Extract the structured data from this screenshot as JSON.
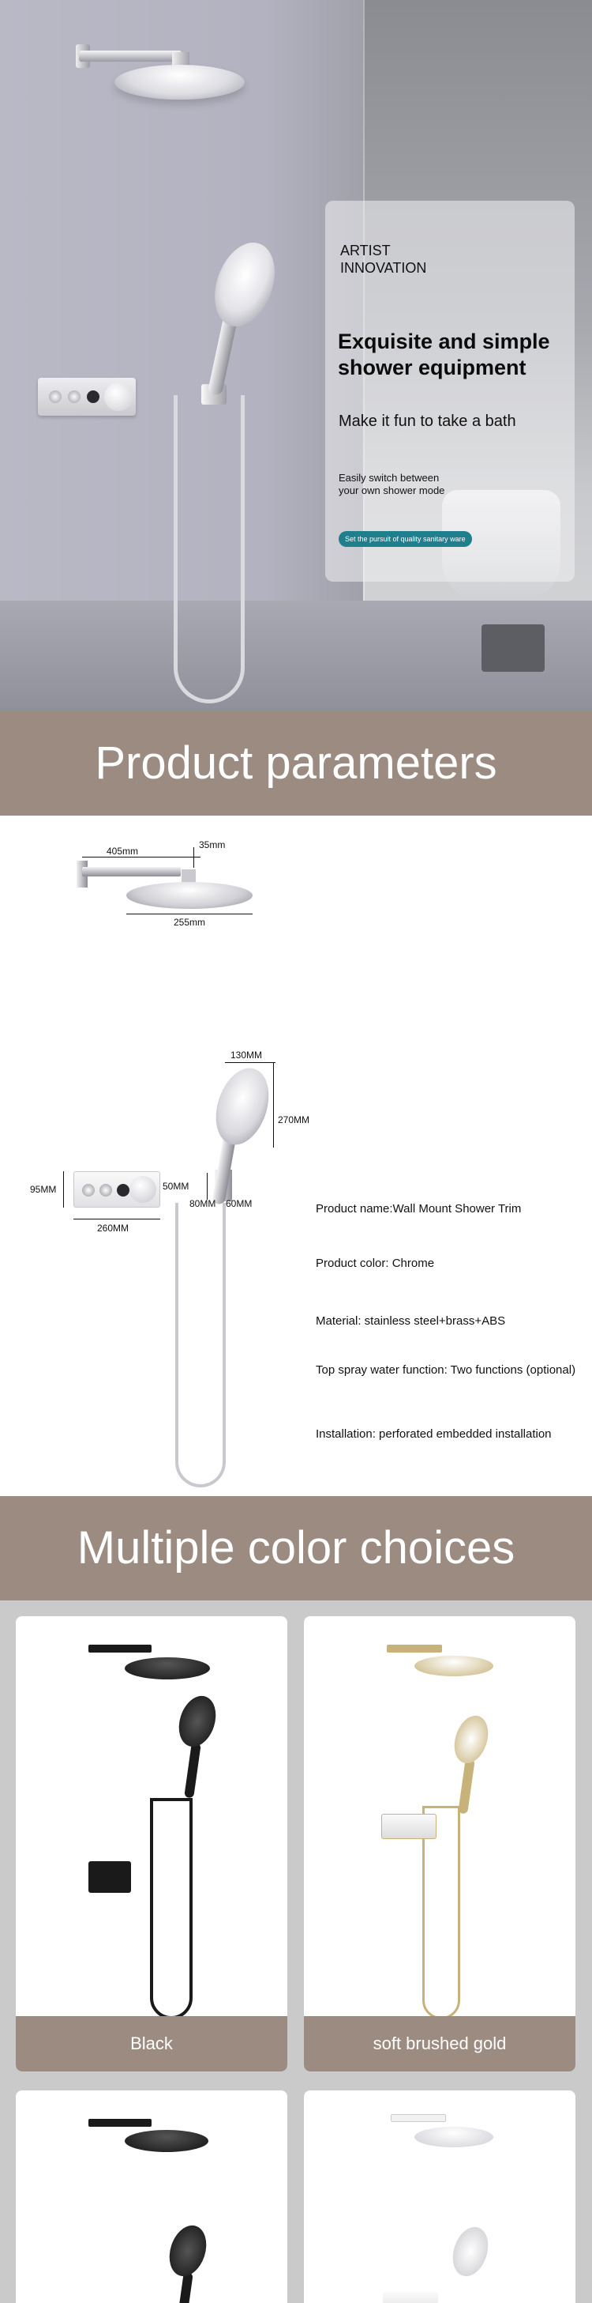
{
  "hero": {
    "brand_line1": "ARTIST",
    "brand_line2": "INNOVATION",
    "headline": "Exquisite and simple shower equipment",
    "tagline": "Make it fun to take a bath",
    "small_line1": "Easily switch between",
    "small_line2": "your own shower mode",
    "pill": "Set the pursuit of quality sanitary ware"
  },
  "params_banner": "Product parameters",
  "dimensions": {
    "arm_length": "405mm",
    "arm_drop": "35mm",
    "head_diameter": "255mm",
    "hand_width": "130MM",
    "hand_height": "270MM",
    "panel_height": "95MM",
    "panel_width": "260MM",
    "holder_height": "50MM",
    "holder_width": "80MM",
    "holder_depth": "60MM"
  },
  "specs": [
    "Product name:Wall Mount Shower Trim",
    "Product color:   Chrome",
    "Material: stainless steel+brass+ABS",
    "Top spray water function: Two functions (optional)",
    "Installation: perforated embedded installation"
  ],
  "colors_banner": "Multiple color choices",
  "color_options": [
    {
      "label": "Black",
      "finish": "#1a1a1a"
    },
    {
      "label": "soft brushed gold",
      "finish": "#c7b27a"
    },
    {
      "label": "",
      "finish": "#1a1a1a"
    },
    {
      "label": "",
      "finish": "#f2f2f2"
    }
  ]
}
